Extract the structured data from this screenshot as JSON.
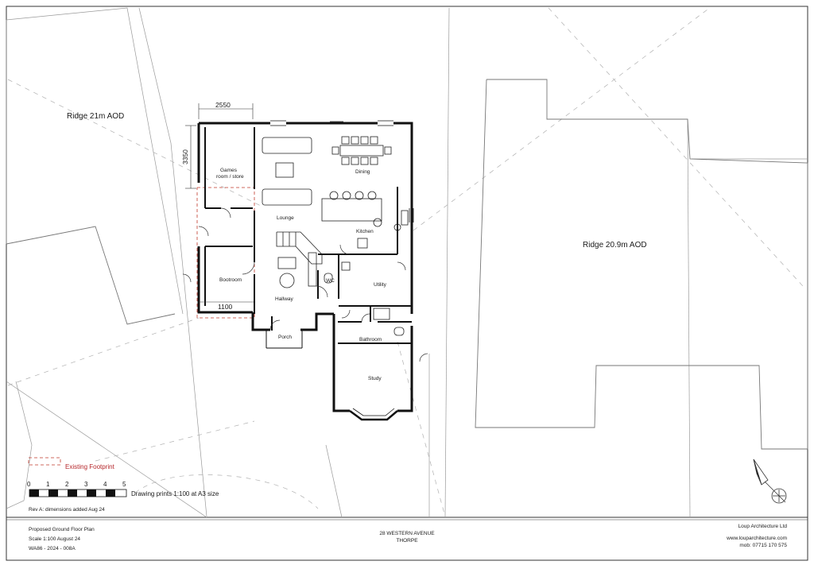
{
  "site": {
    "neighbour_left_label": "Ridge 21m AOD",
    "neighbour_right_label": "Ridge 20.9m AOD"
  },
  "dimensions": {
    "width_top": "2550",
    "height_left": "3350",
    "width_bottom": "1100"
  },
  "rooms": {
    "games": [
      "Games",
      "room / store"
    ],
    "dining": "Dining",
    "lounge": "Lounge",
    "kitchen": "Kitchen",
    "bootroom": "Bootroom",
    "hallway": "Hallway",
    "wc": "WC",
    "utility": "Utility",
    "porch": "Porch",
    "bathroom": "Bathroom",
    "study": "Study"
  },
  "legend": {
    "existing_footprint": "Existing Footprint",
    "footprint_color": "#c0392b"
  },
  "scale_bar": {
    "ticks": [
      "0",
      "1",
      "2",
      "3",
      "4",
      "5"
    ],
    "note": "Drawing prints 1:100 at A3 size"
  },
  "revision": "Rev A: dimensions added Aug 24",
  "title_block": {
    "drawing_title": "Proposed Ground Floor Plan",
    "scale_date": "Scale 1:100  August 24",
    "drawing_number": "WA86 - 2024 - 008A",
    "address_line1": "28 WESTERN AVENUE",
    "address_line2": "THORPE",
    "company": "Loup Architecture Ltd",
    "website": "www.louparchitecture.com",
    "mobile": "mob: 07715 170 575"
  },
  "north_arrow": {
    "icon": "north-arrow-icon"
  }
}
